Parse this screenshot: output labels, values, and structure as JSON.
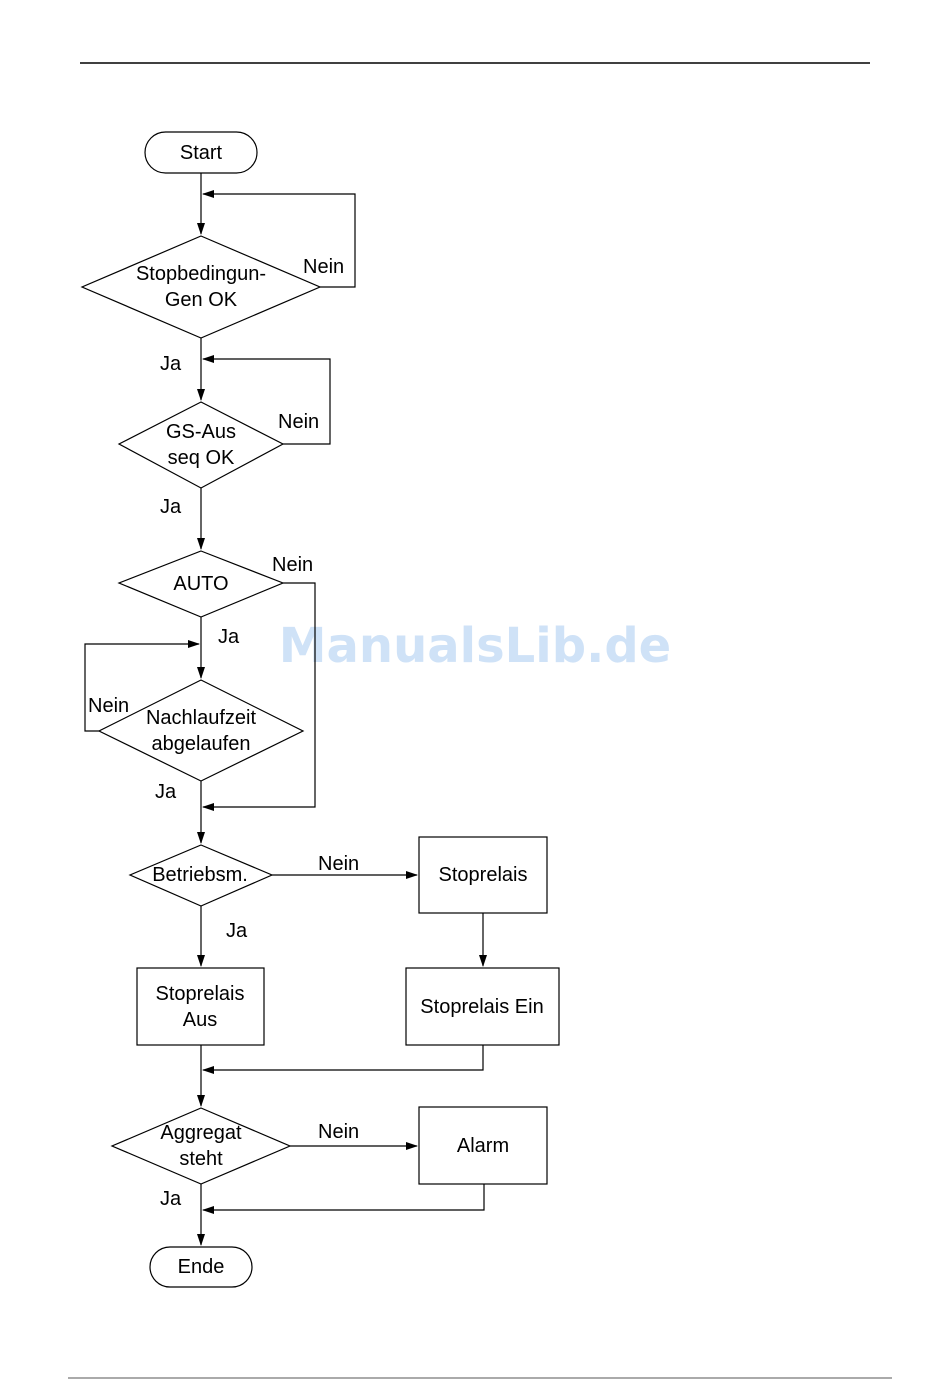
{
  "watermark": "ManualsLib.de",
  "nodes": {
    "start": "Start",
    "stop_conditions_line1": "Stopbedingun-",
    "stop_conditions_line2": "Gen OK",
    "gs_off_line1": "GS-Aus",
    "gs_off_line2": "seq OK",
    "auto": "AUTO",
    "runtime_line1": "Nachlaufzeit",
    "runtime_line2": "abgelaufen",
    "mode": "Betriebsm.",
    "stop_relay": "Stoprelais",
    "stop_relay_off_line1": "Stoprelais",
    "stop_relay_off_line2": "Aus",
    "stop_relay_on": "Stoprelais Ein",
    "aggregate_line1": "Aggregat",
    "aggregate_line2": "steht",
    "alarm": "Alarm",
    "end": "Ende"
  },
  "labels": {
    "no": "Nein",
    "yes": "Ja"
  }
}
